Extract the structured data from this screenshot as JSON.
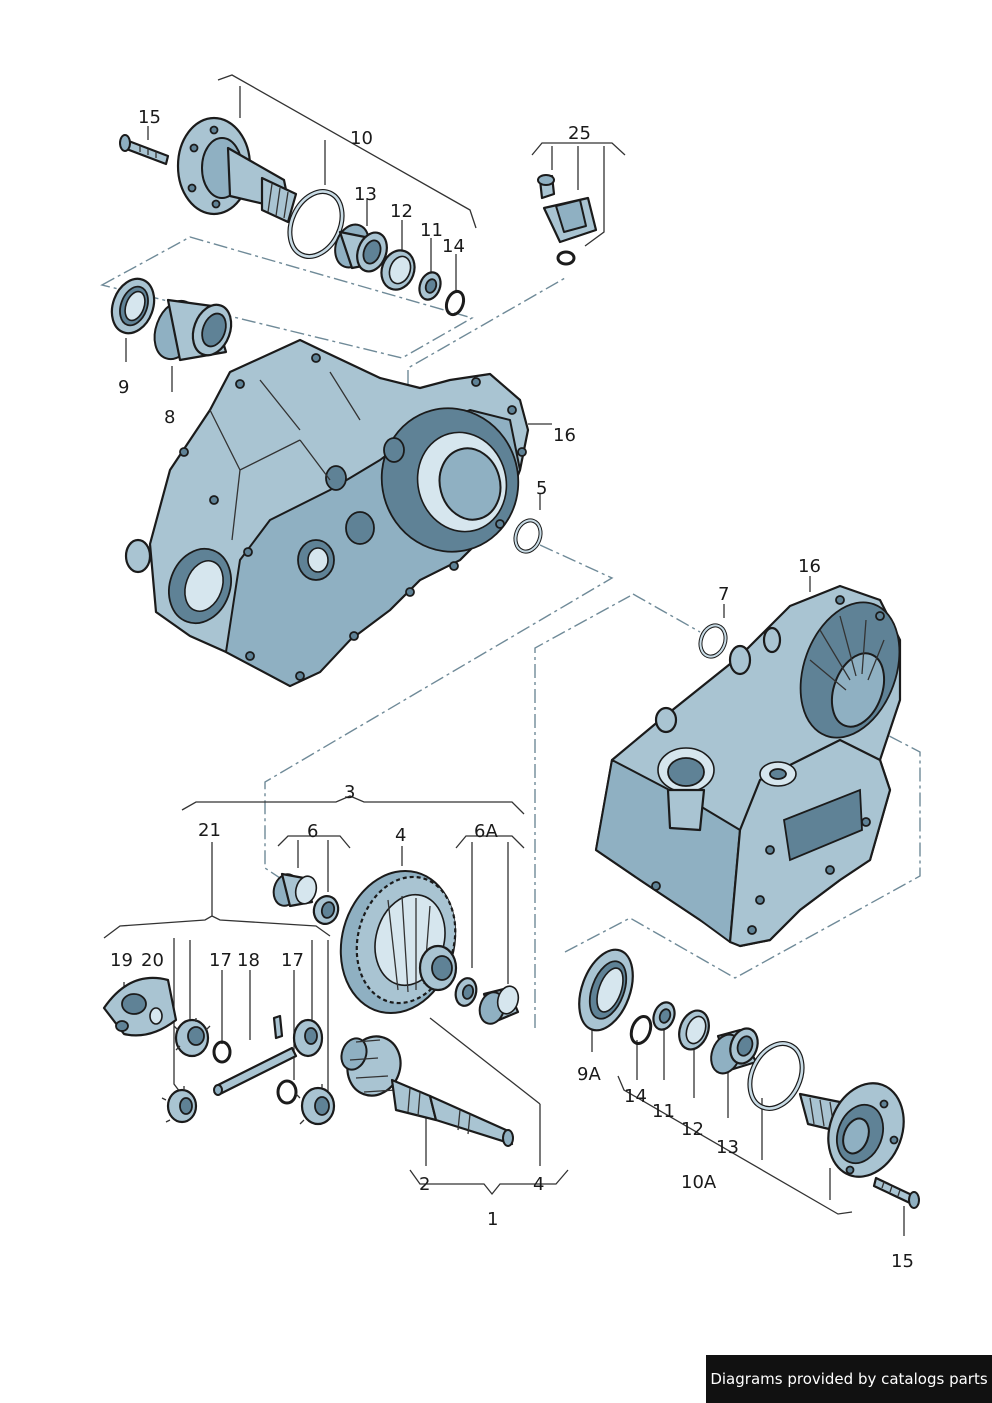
{
  "labels": {
    "l15a": "15",
    "l10": "10",
    "l13a": "13",
    "l12a": "12",
    "l11a": "11",
    "l14a": "14",
    "l25": "25",
    "l9": "9",
    "l8": "8",
    "l16a": "16",
    "l5": "5",
    "l7": "7",
    "l16b": "16",
    "l3": "3",
    "l21": "21",
    "l6": "6",
    "l4a": "4",
    "l6A": "6A",
    "l19": "19",
    "l20": "20",
    "l17a": "17",
    "l18": "18",
    "l17b": "17",
    "l9A": "9A",
    "l14b": "14",
    "l11b": "11",
    "l12b": "12",
    "l13b": "13",
    "l10A": "10A",
    "l2": "2",
    "l4b": "4",
    "l1": "1",
    "l15b": "15"
  },
  "footer": {
    "text": "Diagrams provided by catalogs parts"
  },
  "colors": {
    "part_fill": "#a9c4d2",
    "part_shadow": "#5f8296",
    "outline": "#1b1b1b",
    "dash": "#6f8a98"
  }
}
